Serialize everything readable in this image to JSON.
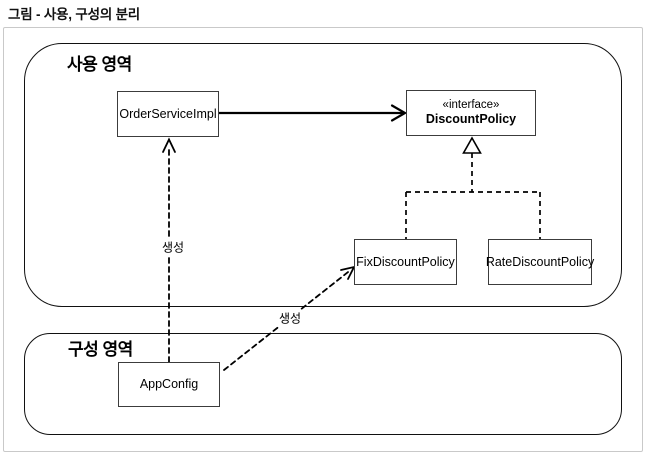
{
  "title": "그림 - 사용, 구성의 분리",
  "diagram": {
    "regions": [
      {
        "id": "usage",
        "label": "사용 영역"
      },
      {
        "id": "config",
        "label": "구성 영역"
      }
    ],
    "classes": {
      "order_service": {
        "name": "OrderServiceImpl"
      },
      "discount_policy": {
        "stereotype": "«interface»",
        "name": "DiscountPolicy"
      },
      "fix_discount": {
        "name": "FixDiscountPolicy"
      },
      "rate_discount": {
        "name": "RateDiscountPolicy"
      },
      "app_config": {
        "name": "AppConfig"
      }
    },
    "edges": [
      {
        "type": "association",
        "from": "OrderServiceImpl",
        "to": "DiscountPolicy",
        "label": ""
      },
      {
        "type": "realization",
        "from": "FixDiscountPolicy",
        "to": "DiscountPolicy",
        "label": ""
      },
      {
        "type": "realization",
        "from": "RateDiscountPolicy",
        "to": "DiscountPolicy",
        "label": ""
      },
      {
        "type": "dependency",
        "from": "AppConfig",
        "to": "OrderServiceImpl",
        "label": "생성"
      },
      {
        "type": "dependency",
        "from": "AppConfig",
        "to": "FixDiscountPolicy",
        "label": "생성"
      }
    ],
    "colors": {
      "line": "#000000",
      "box_border": "#3c3c3c",
      "region_border": "#111111",
      "outer_border": "#c9c9c9",
      "background": "#ffffff"
    }
  }
}
